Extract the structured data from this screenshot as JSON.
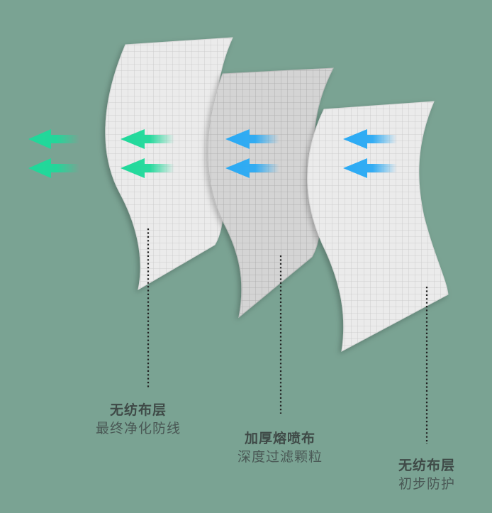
{
  "layers": [
    {
      "title": "无纺布层",
      "subtitle": "最终净化防线"
    },
    {
      "title": "加厚熔喷布",
      "subtitle": "深度过滤颗粒"
    },
    {
      "title": "无纺布层",
      "subtitle": "初步防护"
    }
  ],
  "colors": {
    "background": "#7aa393",
    "sheet_light": "#e9e9e9",
    "sheet_dark": "#cfcfcf",
    "arrow_green": "#1fd99a",
    "arrow_blue": "#2aaaf4",
    "guide_line": "#222222"
  },
  "icons": [
    "arrow-left-icon"
  ]
}
